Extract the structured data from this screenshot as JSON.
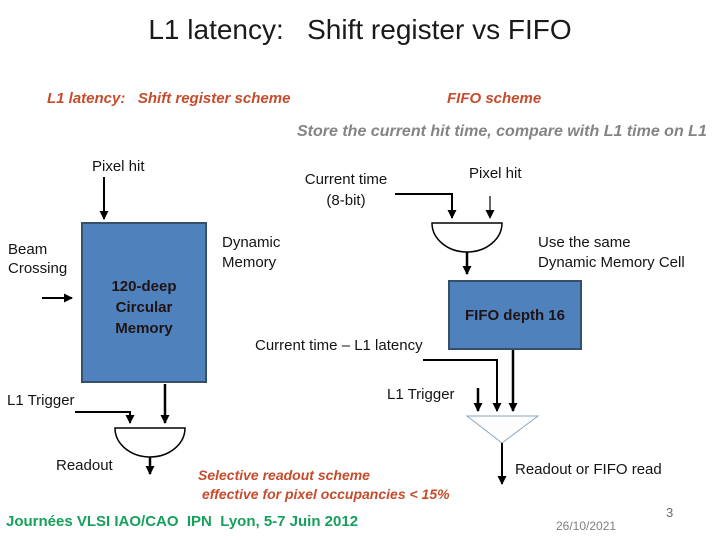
{
  "slide": {
    "title": "L1 latency:   Shift register vs FIFO",
    "footer": "Journées VLSI IAO/CAO  IPN  Lyon, 5-7 Juin 2012",
    "date": "26/10/2021",
    "page_number": "3"
  },
  "headers": {
    "shift_register_scheme": "L1 latency:   Shift register scheme",
    "fifo_scheme": "FIFO scheme",
    "fifo_note": "Store the current hit time, compare with L1 time on L1"
  },
  "shift_register": {
    "pixel_hit": "Pixel hit",
    "beam_crossing": "Beam\nCrossing",
    "memory_box": "120-deep\nCircular\nMemory",
    "dynamic_memory": "Dynamic\nMemory",
    "l1_trigger": "L1 Trigger",
    "readout": "Readout"
  },
  "fifo": {
    "current_time": "Current time\n(8-bit)",
    "pixel_hit": "Pixel hit",
    "use_same_cell": "Use the same\nDynamic Memory Cell",
    "fifo_box": "FIFO depth 16",
    "current_time_minus_latency": "Current time – L1 latency",
    "l1_trigger": "L1 Trigger",
    "readout_or_fifo_read": "Readout or FIFO read"
  },
  "callout": {
    "line1": "Selective readout scheme",
    "line2": "effective for pixel occupancies < 15%"
  },
  "colors": {
    "accent_red": "#c54c2c",
    "note_gray": "#848484",
    "footer_green": "#16a05c",
    "box_fill_blue": "#4f81bd",
    "box_border_blue": "#364f6b",
    "mux_outline": "#8ba7bf",
    "line_black": "#000000"
  }
}
